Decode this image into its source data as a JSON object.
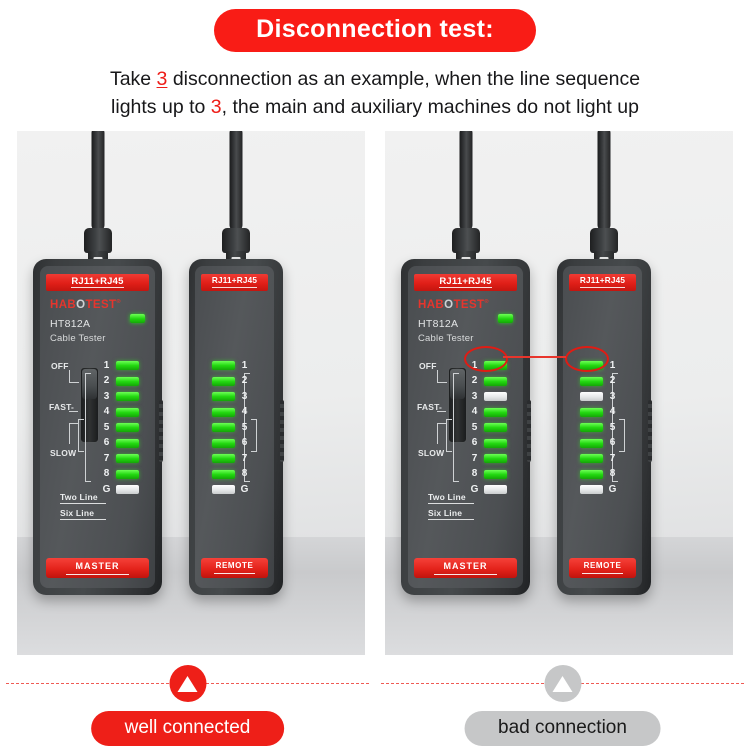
{
  "header": {
    "title": "Disconnection test:",
    "title_bg": "#f91c16",
    "description_line1_pre": "Take ",
    "description_line1_hl": "3",
    "description_line1_post": " disconnection as an example, when the line sequence",
    "description_line2_pre": "lights up to ",
    "description_line2_hl": "3",
    "description_line2_post": ", the main and auxiliary machines do not light up",
    "highlight_color": "#ee1c17"
  },
  "device": {
    "banner_text": "RJ11+RJ45",
    "brand_part1": "HAB",
    "brand_o": "O",
    "brand_part2": "TEST",
    "brand_reg": "®",
    "model": "HT812A",
    "subtitle": "Cable Tester",
    "switch": {
      "off_label": "OFF",
      "fast_label": "FAST-",
      "slow_label": "SLOW"
    },
    "line_labels": {
      "two": "Two Line",
      "six": "Six Line"
    },
    "led_numbers": [
      "1",
      "2",
      "3",
      "4",
      "5",
      "6",
      "7",
      "8",
      "G"
    ],
    "master_label": "MASTER",
    "remote_label": "REMOTE",
    "led_on_color": "#21d70f",
    "led_off_color": "#e6e8e9",
    "banner_color": "#e01f18"
  },
  "panels": [
    {
      "id": "left-panel",
      "master_leds": [
        "on",
        "on",
        "on",
        "on",
        "on",
        "on",
        "on",
        "on",
        "off"
      ],
      "remote_leds": [
        "on",
        "on",
        "on",
        "on",
        "on",
        "on",
        "on",
        "on",
        "off"
      ],
      "highlight": false
    },
    {
      "id": "right-panel",
      "master_leds": [
        "on",
        "on",
        "off",
        "on",
        "on",
        "on",
        "on",
        "on",
        "off"
      ],
      "remote_leds": [
        "on",
        "on",
        "off",
        "on",
        "on",
        "on",
        "on",
        "on",
        "off"
      ],
      "highlight": true,
      "highlight_index": "3",
      "highlight_color": "#e01c14"
    }
  ],
  "footers": [
    {
      "caption": "well connected",
      "style": "red",
      "bg": "#ee1f18",
      "text_color": "#ffffff"
    },
    {
      "caption": "bad connection",
      "style": "gray",
      "bg": "#c6c7c8",
      "text_color": "#1a1a1a"
    }
  ]
}
